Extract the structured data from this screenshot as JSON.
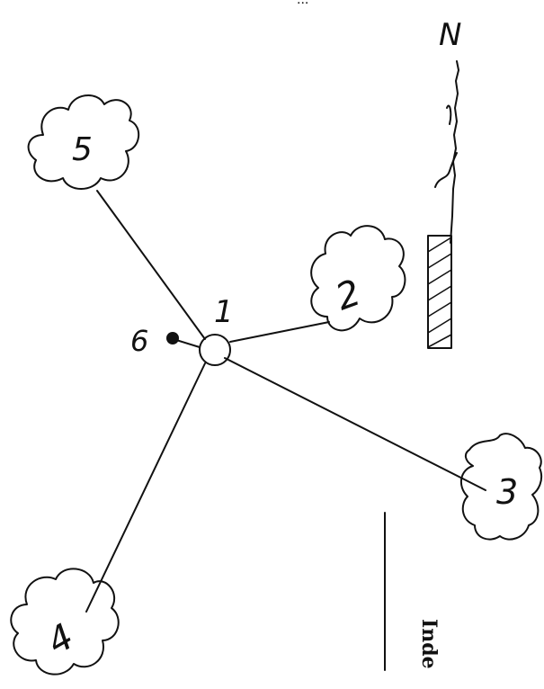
{
  "header_fragment": "...",
  "north_label": "N",
  "nodes": {
    "center": "1",
    "right": "2",
    "lower_right": "3",
    "lower_left": "4",
    "upper_left": "5",
    "point": "6"
  },
  "footer_fragment": "Inde",
  "colors": {
    "ink": "#111111",
    "paper": "#ffffff"
  }
}
